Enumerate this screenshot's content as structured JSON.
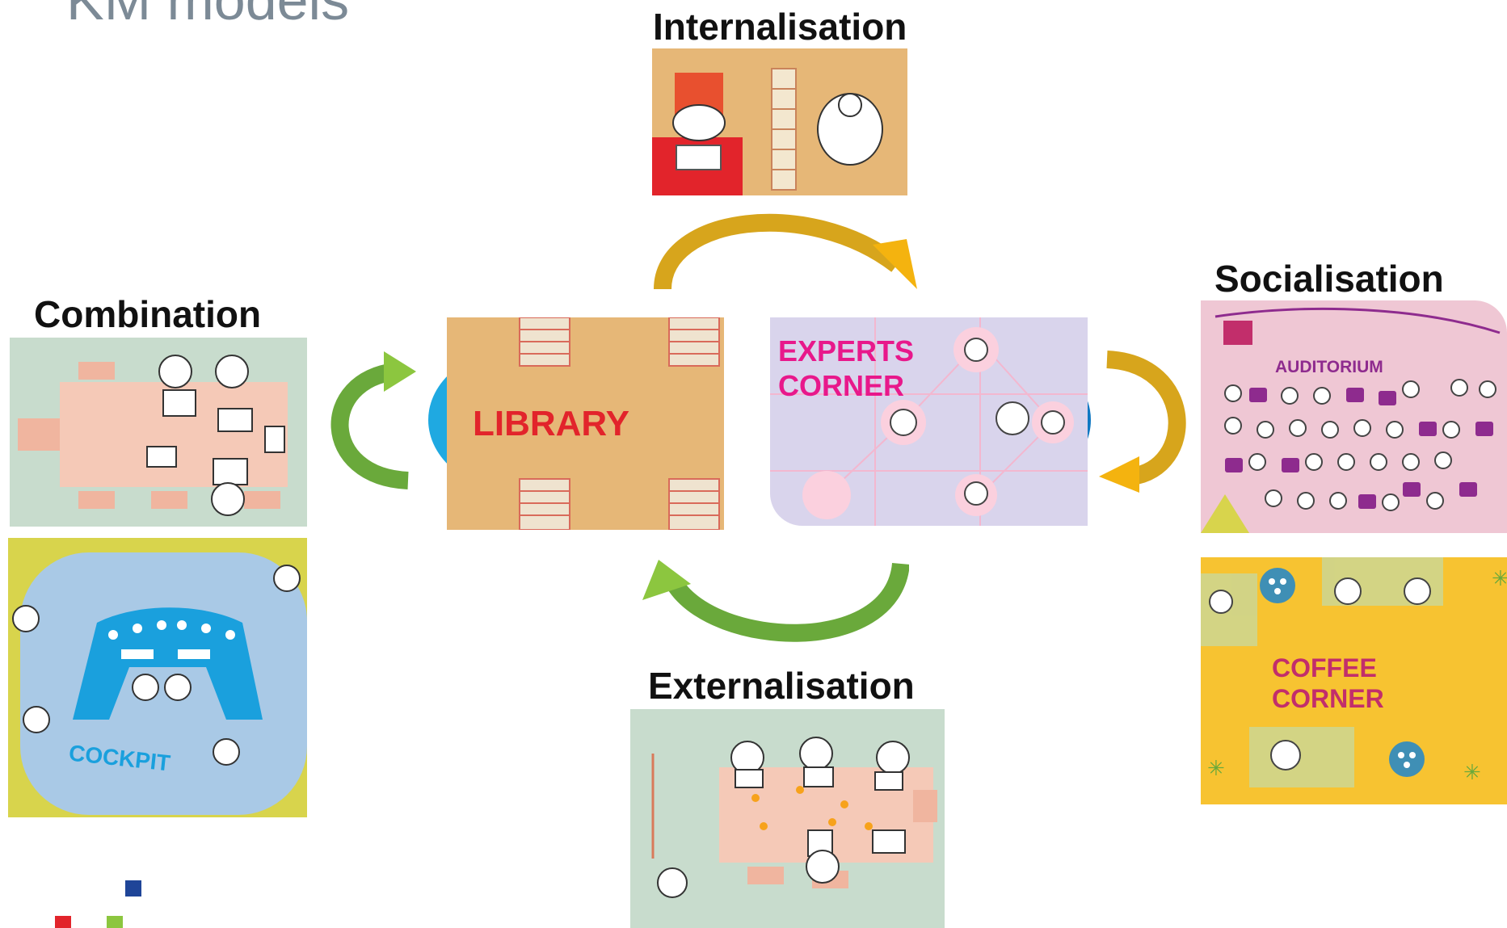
{
  "slide": {
    "title": "KM models"
  },
  "labels": {
    "internalisation": "Internalisation",
    "socialisation": "Socialisation",
    "combination": "Combination",
    "externalisation": "Externalisation"
  },
  "tiles": {
    "library": "LIBRARY",
    "experts_corner": "EXPERTS\nCORNER",
    "auditorium": "AUDITORIUM",
    "coffee_corner": "COFFEE\nCORNER",
    "cockpit": "COCKPIT"
  },
  "colors": {
    "arrow_gold": "#d7a51c",
    "arrow_green": "#7cc240",
    "arrow_blue": "#1fa9e1",
    "library_bg": "#e6b777",
    "experts_bg": "#d9d4ec",
    "auditorium_bg": "#efc7d4",
    "coffee_bg": "#f7c331",
    "cockpit_bg": "#a9c9e6",
    "meeting_bg": "#c8dccd"
  }
}
